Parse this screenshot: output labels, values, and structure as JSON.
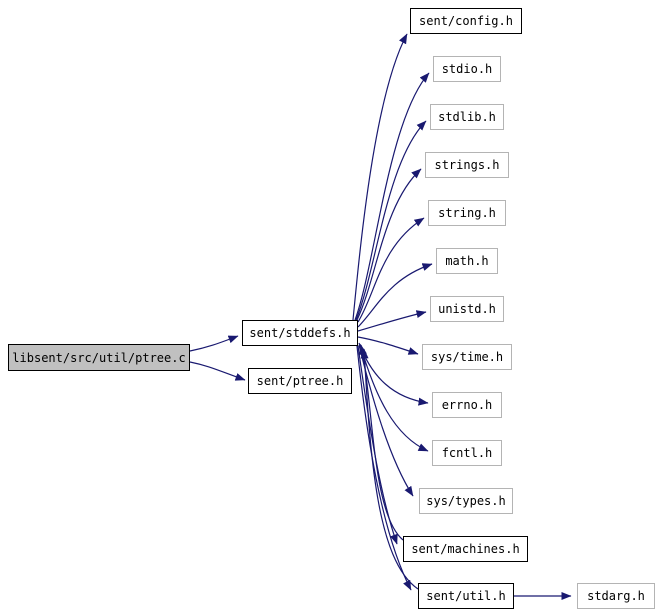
{
  "diagram": {
    "type": "include-dependency-graph",
    "edge_color": "#191970",
    "main_node_fill": "#c0c0c0",
    "internal_border_color": "#000000",
    "system_border_color": "#b4b4b4",
    "nodes": [
      {
        "id": "ptree_c",
        "label": "libsent/src/util/ptree.c",
        "type": "source"
      },
      {
        "id": "stddefs_h",
        "label": "sent/stddefs.h",
        "type": "internal"
      },
      {
        "id": "ptree_h",
        "label": "sent/ptree.h",
        "type": "internal"
      },
      {
        "id": "config_h",
        "label": "sent/config.h",
        "type": "internal"
      },
      {
        "id": "stdio_h",
        "label": "stdio.h",
        "type": "system"
      },
      {
        "id": "stdlib_h",
        "label": "stdlib.h",
        "type": "system"
      },
      {
        "id": "strings_h",
        "label": "strings.h",
        "type": "system"
      },
      {
        "id": "string_h",
        "label": "string.h",
        "type": "system"
      },
      {
        "id": "math_h",
        "label": "math.h",
        "type": "system"
      },
      {
        "id": "unistd_h",
        "label": "unistd.h",
        "type": "system"
      },
      {
        "id": "sys_time_h",
        "label": "sys/time.h",
        "type": "system"
      },
      {
        "id": "errno_h",
        "label": "errno.h",
        "type": "system"
      },
      {
        "id": "fcntl_h",
        "label": "fcntl.h",
        "type": "system"
      },
      {
        "id": "sys_types_h",
        "label": "sys/types.h",
        "type": "system"
      },
      {
        "id": "machines_h",
        "label": "sent/machines.h",
        "type": "internal"
      },
      {
        "id": "util_h",
        "label": "sent/util.h",
        "type": "internal"
      },
      {
        "id": "stdarg_h",
        "label": "stdarg.h",
        "type": "system"
      }
    ],
    "edges": [
      {
        "from": "libsent/src/util/ptree.c",
        "to": "sent/stddefs.h"
      },
      {
        "from": "libsent/src/util/ptree.c",
        "to": "sent/ptree.h"
      },
      {
        "from": "sent/stddefs.h",
        "to": "sent/config.h"
      },
      {
        "from": "sent/stddefs.h",
        "to": "stdio.h"
      },
      {
        "from": "sent/stddefs.h",
        "to": "stdlib.h"
      },
      {
        "from": "sent/stddefs.h",
        "to": "strings.h"
      },
      {
        "from": "sent/stddefs.h",
        "to": "string.h"
      },
      {
        "from": "sent/stddefs.h",
        "to": "math.h"
      },
      {
        "from": "sent/stddefs.h",
        "to": "unistd.h"
      },
      {
        "from": "sent/stddefs.h",
        "to": "sys/time.h"
      },
      {
        "from": "sent/stddefs.h",
        "to": "errno.h"
      },
      {
        "from": "sent/stddefs.h",
        "to": "fcntl.h"
      },
      {
        "from": "sent/stddefs.h",
        "to": "sys/types.h"
      },
      {
        "from": "sent/stddefs.h",
        "to": "sent/machines.h"
      },
      {
        "from": "sent/stddefs.h",
        "to": "sent/util.h"
      },
      {
        "from": "sent/machines.h",
        "to": "sent/stddefs.h"
      },
      {
        "from": "sent/util.h",
        "to": "sent/stddefs.h"
      },
      {
        "from": "sent/util.h",
        "to": "stdarg.h"
      }
    ]
  }
}
